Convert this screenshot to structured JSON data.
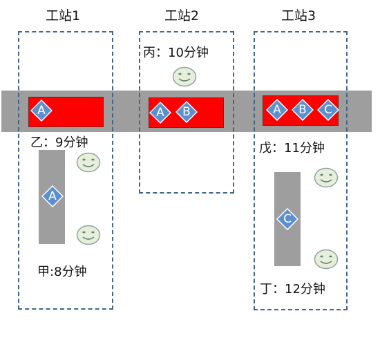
{
  "stations": [
    {
      "title": "工站1"
    },
    {
      "title": "工站2"
    },
    {
      "title": "工站3"
    }
  ],
  "workers": {
    "yi": "乙：9分钟",
    "jia": "甲:8分钟",
    "bing": "丙：10分钟",
    "wu": "戊：11分钟",
    "ding": "丁：12分钟"
  },
  "parts": {
    "s1_main_a": "A",
    "s1_side_a": "A",
    "s2_a": "A",
    "s2_b": "B",
    "s3_a": "A",
    "s3_b": "B",
    "s3_c": "C",
    "s3_side_c": "C"
  },
  "colors": {
    "dashed_border": "#3f6689",
    "conveyor": "#9e9e9e",
    "red_bar": "#ff0000",
    "diamond_fill": "#5b8fd0",
    "face_fill": "#e6efd9"
  },
  "icons": {
    "part": "diamond-icon",
    "worker": "smiley-face-icon"
  }
}
